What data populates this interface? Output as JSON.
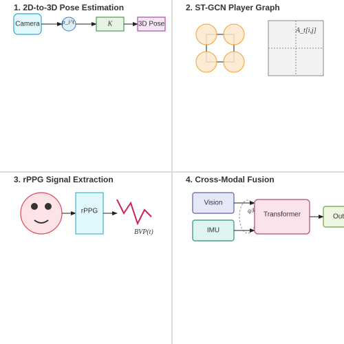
{
  "panels": {
    "p1": {
      "title": "1. 2D-to-3D Pose Estimation",
      "camera": "Camera",
      "pose2d": "p_i^t",
      "lift": "K",
      "pose3d": "3D Pose"
    },
    "p2": {
      "title": "2. ST-GCN Player Graph",
      "adjacency": "A_t[i,j]"
    },
    "p3": {
      "title": "3. rPPG Signal Extraction",
      "rppg": "rPPG",
      "bvp": "BVP(t)"
    },
    "p4": {
      "title": "4. Cross-Modal Fusion",
      "vision": "Vision",
      "imu": "IMU",
      "qkv": "q/k/v",
      "transformer": "Transformer",
      "output": "Out"
    }
  },
  "colors": {
    "grid_line": "#dddddd",
    "camera": "#e0f7fb",
    "camera_border": "#2fa6d8",
    "lift": "#e6f4e6",
    "lift_border": "#4c9a4c",
    "pose3d": "#f6e6f6",
    "pose3d_border": "#a64ca6",
    "node": "#fde8cc",
    "node_border": "#f0a030",
    "face": "#fde3e6",
    "face_border": "#d94a5a",
    "rppg": "#e0f7fb",
    "rppg_border": "#3cb8c8",
    "signal": "#cc2255",
    "vision": "#e6e8f9",
    "vision_border": "#5560b0",
    "imu": "#e0f4f0",
    "imu_border": "#2c8c80",
    "transformer": "#fbe3ec",
    "transformer_border": "#b04a72",
    "output": "#edf6e0",
    "output_border": "#6aa040"
  }
}
